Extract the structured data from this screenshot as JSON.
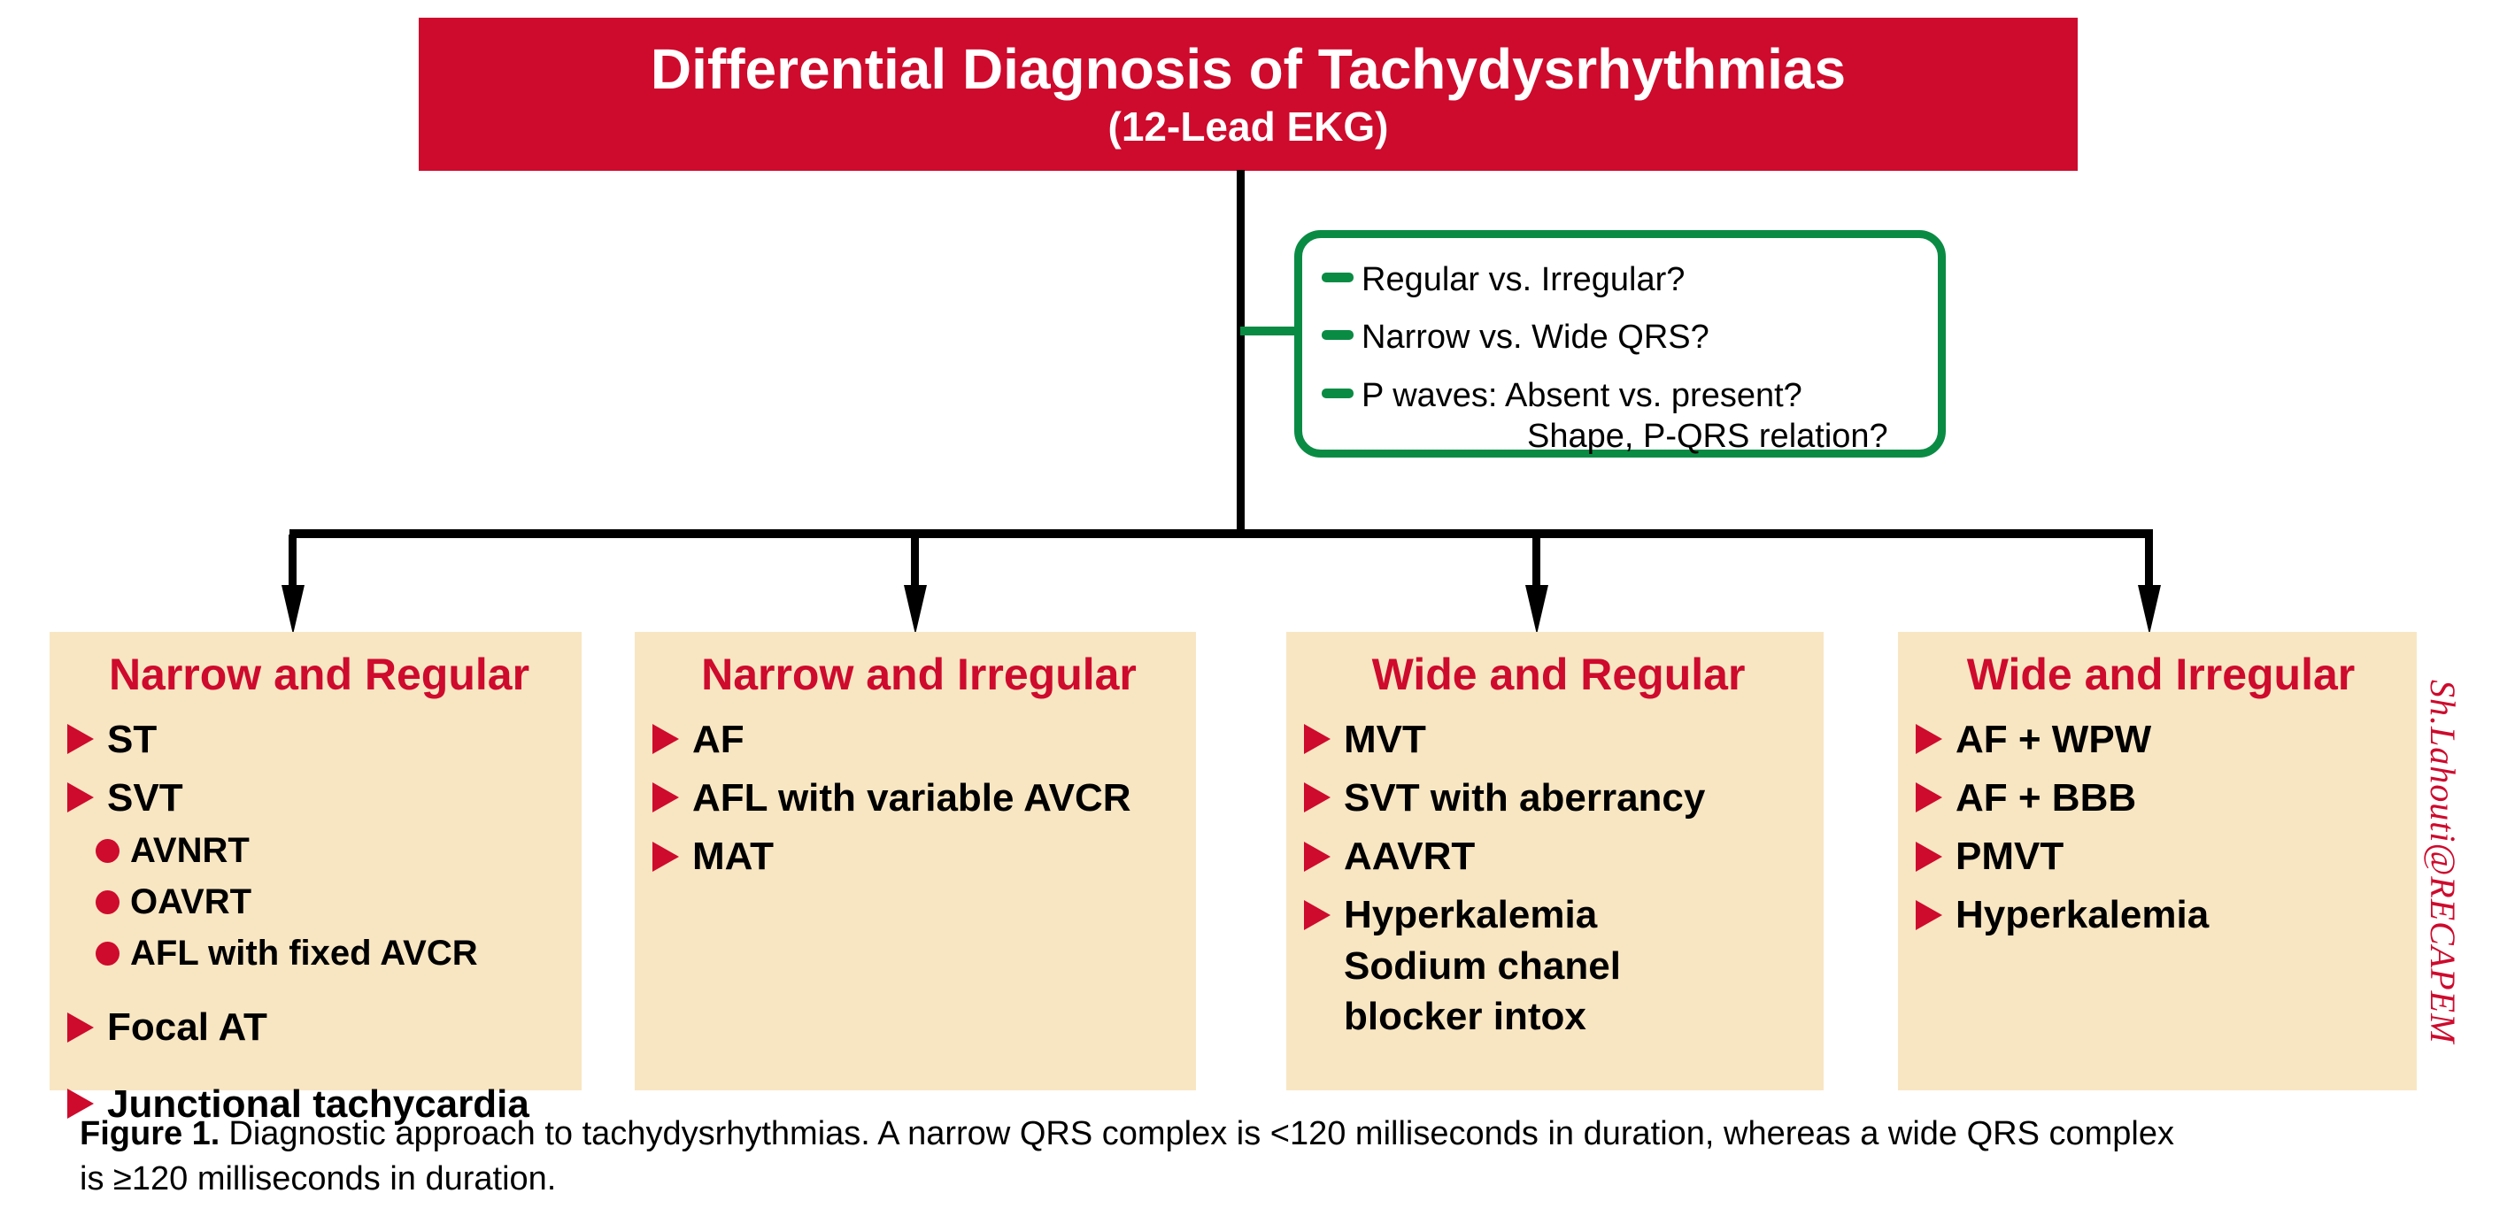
{
  "title": {
    "line1": "Differential Diagnosis of Tachydysrhythmias",
    "line2": "(12-Lead EKG)"
  },
  "questions": {
    "items": [
      {
        "text": "Regular vs. Irregular?"
      },
      {
        "text": "Narrow vs. Wide QRS?"
      },
      {
        "text": "P waves: Absent vs. present?",
        "sub": "Shape, P-QRS relation?"
      }
    ]
  },
  "boxes": [
    {
      "header": "Narrow and Regular",
      "items": [
        {
          "text": "ST",
          "marker": "triangle"
        },
        {
          "text": "SVT",
          "marker": "triangle"
        },
        {
          "text": "AVNRT",
          "marker": "circle"
        },
        {
          "text": "OAVRT",
          "marker": "circle"
        },
        {
          "text": "AFL with fixed AVCR",
          "marker": "circle"
        },
        {
          "text": "Focal AT",
          "marker": "triangle"
        },
        {
          "text": "Junctional tachycardia",
          "marker": "triangle"
        }
      ]
    },
    {
      "header": "Narrow and Irregular",
      "items": [
        {
          "text": "AF",
          "marker": "triangle"
        },
        {
          "text": "AFL with variable AVCR",
          "marker": "triangle"
        },
        {
          "text": "MAT",
          "marker": "triangle"
        }
      ]
    },
    {
      "header": "Wide and Regular",
      "items": [
        {
          "text": "MVT",
          "marker": "triangle"
        },
        {
          "text": "SVT with aberrancy",
          "marker": "triangle"
        },
        {
          "text": "AAVRT",
          "marker": "triangle"
        },
        {
          "text": "Hyperkalemia",
          "marker": "triangle"
        },
        {
          "text": "Sodium chanel",
          "marker": "none"
        },
        {
          "text": "blocker intox",
          "marker": "none"
        }
      ]
    },
    {
      "header": "Wide and Irregular",
      "items": [
        {
          "text": "AF + WPW",
          "marker": "triangle"
        },
        {
          "text": "AF + BBB",
          "marker": "triangle"
        },
        {
          "text": "PMVT",
          "marker": "triangle"
        },
        {
          "text": "Hyperkalemia",
          "marker": "triangle"
        }
      ]
    }
  ],
  "watermark": "Sh.Lahouti@RECAPEM",
  "caption": {
    "label": "Figure 1.",
    "line1": "Diagnostic approach to tachydysrhythmias. A narrow QRS complex is <120 milliseconds in duration, whereas a wide QRS complex",
    "line2": "is ≥120 milliseconds in duration."
  },
  "colors": {
    "accent_red": "#CE0A2D",
    "box_tan": "#F8E6C3",
    "green": "#0A8B44",
    "line_black": "#000000"
  }
}
